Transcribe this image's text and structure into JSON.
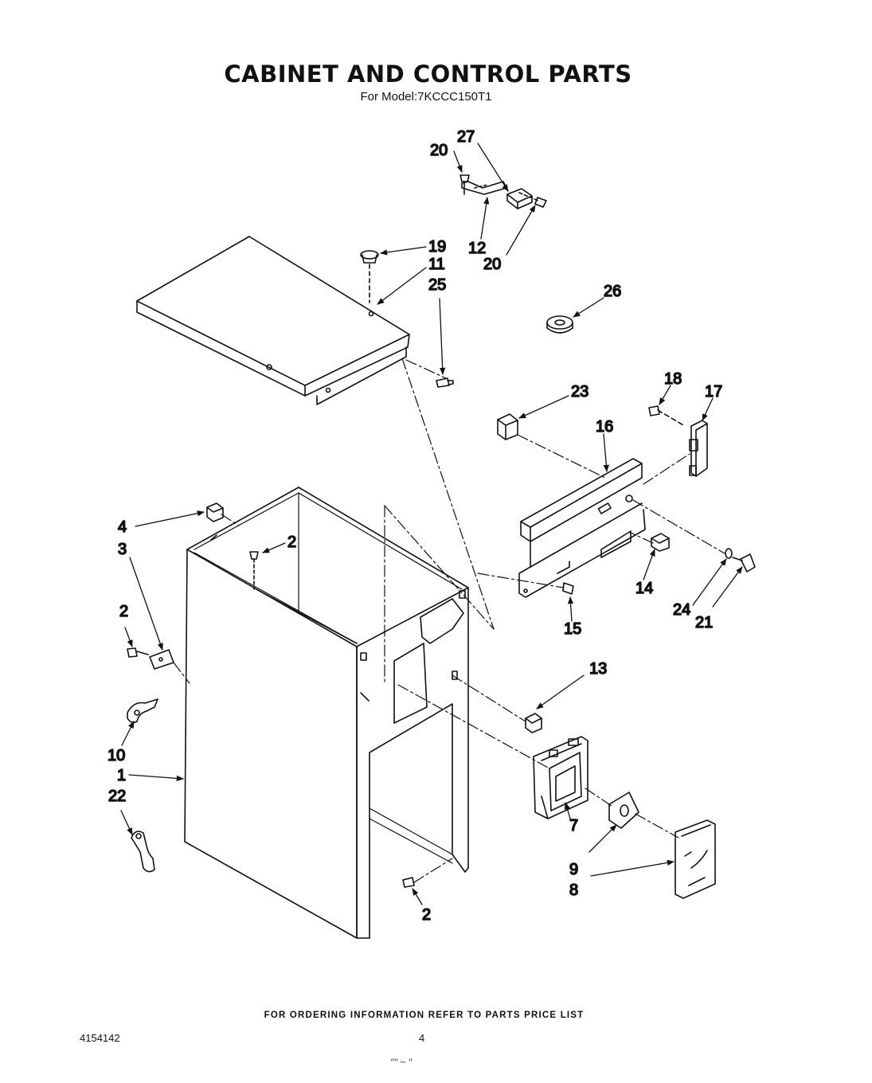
{
  "title": "CABINET AND CONTROL PARTS",
  "subtitle": "For Model:7KCCC150T1",
  "footer": "FOR ORDERING INFORMATION REFER TO PARTS PRICE LIST",
  "doc_number": "4154142",
  "page_number": "4",
  "bottom_scrawl": "′′′′ ~ ′′",
  "callouts": {
    "c1": "1",
    "c2a": "2",
    "c2b": "2",
    "c2c": "2",
    "c3": "3",
    "c4": "4",
    "c7": "7",
    "c8": "8",
    "c9": "9",
    "c10": "10",
    "c11": "11",
    "c12": "12",
    "c13": "13",
    "c14": "14",
    "c15": "15",
    "c16": "16",
    "c17": "17",
    "c18": "18",
    "c19": "19",
    "c20a": "20",
    "c20b": "20",
    "c21": "21",
    "c22": "22",
    "c23": "23",
    "c24": "24",
    "c25": "25",
    "c26": "26",
    "c27": "27"
  }
}
